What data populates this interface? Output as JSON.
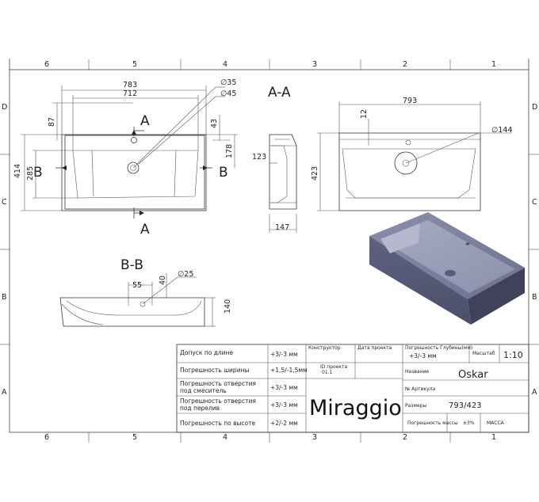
{
  "grid": {
    "columns": [
      "6",
      "5",
      "4",
      "3",
      "2",
      "1"
    ],
    "rows": [
      "D",
      "C",
      "B",
      "A"
    ]
  },
  "section_labels": {
    "aa_title": "A-A",
    "bb_title": "B-B",
    "a_letter": "A",
    "b_letter": "B"
  },
  "top_view": {
    "d783": "783",
    "d712": "712",
    "d35": "∅35",
    "d45": "∅45",
    "d87": "87",
    "d43": "43",
    "d178": "178",
    "d414": "414",
    "d285": "285"
  },
  "side_view": {
    "d123": "123",
    "d147": "147"
  },
  "section_aa": {
    "d793": "793",
    "d12": "12",
    "d144": "∅144",
    "d423": "423"
  },
  "section_bb": {
    "d55": "55",
    "d40": "40",
    "d25": "∅25",
    "d140": "140"
  },
  "title_block": {
    "tol_length_label": "Допуск по длине",
    "tol_length_value": "+3/-3 мм",
    "tol_width_label": "Погрешность ширины",
    "tol_width_value": "+1,5/-1,5мм",
    "tol_mixer_label_1": "Погрешность отверстия",
    "tol_mixer_label_2": "под смеситель",
    "tol_mixer_value": "+3/-3 мм",
    "tol_overflow_label_1": "Погрешность отверстия",
    "tol_overflow_label_2": "под перелив",
    "tol_overflow_value": "+3/-3 мм",
    "tol_height_label": "Погрешность по высоте",
    "tol_height_value": "+2/-2 мм",
    "designer_label": "Конструктор",
    "project_date_label": "Дата проекта",
    "project_id_label": "ID проекта",
    "project_id_value": "01.1",
    "depth_tol_label": "Погрешность Глубины(мм)",
    "depth_tol_value": "+3/-3 мм",
    "scale_label": "Масштаб",
    "scale_value": "1:10",
    "name_label": "Название",
    "name_value": "Oskar",
    "article_label": "№ Артикула",
    "brand": "Miraggio",
    "size_label": "Размеры",
    "size_value": "793/423",
    "mass_tol_label": "Погрешность массы",
    "mass_tol_value": "±3%",
    "mass_label": "МАССА"
  }
}
